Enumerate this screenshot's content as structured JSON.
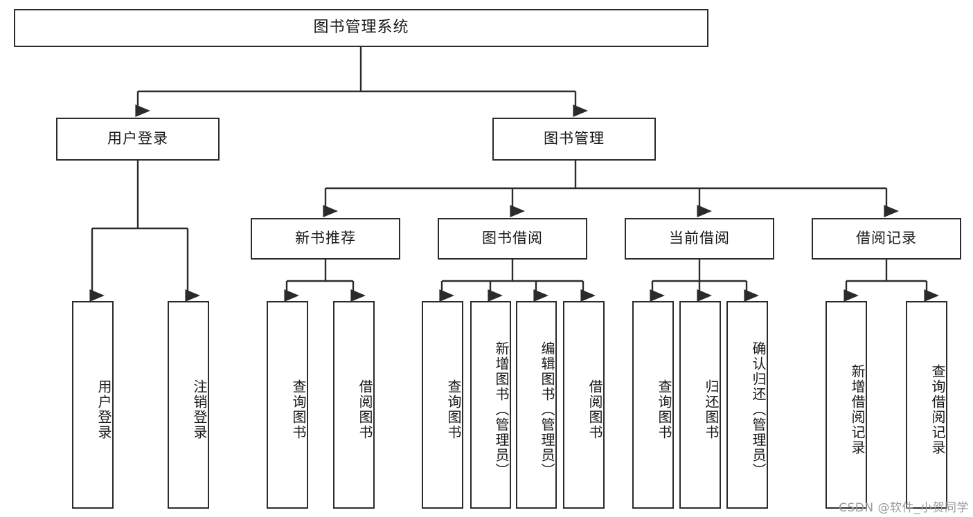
{
  "diagram": {
    "title": "图书管理系统",
    "type": "tree-hierarchy-chart",
    "watermark": "CSDN @软件_小贺同学",
    "colors": {
      "border": "#2b2b2b",
      "fill": "#ffffff",
      "text": "#1a1a1a",
      "edge": "#2b2b2b",
      "watermark": "#9a9a9a"
    },
    "nodes": {
      "root": {
        "label": "图书管理系统"
      },
      "level2": [
        {
          "id": "user-login",
          "label": "用户登录"
        },
        {
          "id": "book-manage",
          "label": "图书管理"
        }
      ],
      "level3": [
        {
          "id": "new-book-recommend",
          "label": "新书推荐"
        },
        {
          "id": "book-borrow",
          "label": "图书借阅"
        },
        {
          "id": "current-borrow",
          "label": "当前借阅"
        },
        {
          "id": "borrow-record",
          "label": "借阅记录"
        }
      ],
      "leaves": [
        {
          "id": "leaf-user-login",
          "label": "用户登录",
          "parent": "user-login"
        },
        {
          "id": "leaf-logout",
          "label": "注销登录",
          "parent": "user-login"
        },
        {
          "id": "leaf-query-book-1",
          "label": "查询图书",
          "parent": "new-book-recommend"
        },
        {
          "id": "leaf-borrow-book-1",
          "label": "借阅图书",
          "parent": "new-book-recommend"
        },
        {
          "id": "leaf-query-book-2",
          "label": "查询图书",
          "parent": "book-borrow"
        },
        {
          "id": "leaf-add-book",
          "label": "新增图书（管理员）",
          "parent": "book-borrow"
        },
        {
          "id": "leaf-edit-book",
          "label": "编辑图书（管理员）",
          "parent": "book-borrow"
        },
        {
          "id": "leaf-borrow-book-2",
          "label": "借阅图书",
          "parent": "book-borrow"
        },
        {
          "id": "leaf-query-book-3",
          "label": "查询图书",
          "parent": "current-borrow"
        },
        {
          "id": "leaf-return-book",
          "label": "归还图书",
          "parent": "current-borrow"
        },
        {
          "id": "leaf-confirm-return",
          "label": "确认归还（管理员）",
          "parent": "current-borrow"
        },
        {
          "id": "leaf-add-record",
          "label": "新增借阅记录",
          "parent": "borrow-record"
        },
        {
          "id": "leaf-query-record",
          "label": "查询借阅记录",
          "parent": "borrow-record"
        }
      ]
    }
  }
}
